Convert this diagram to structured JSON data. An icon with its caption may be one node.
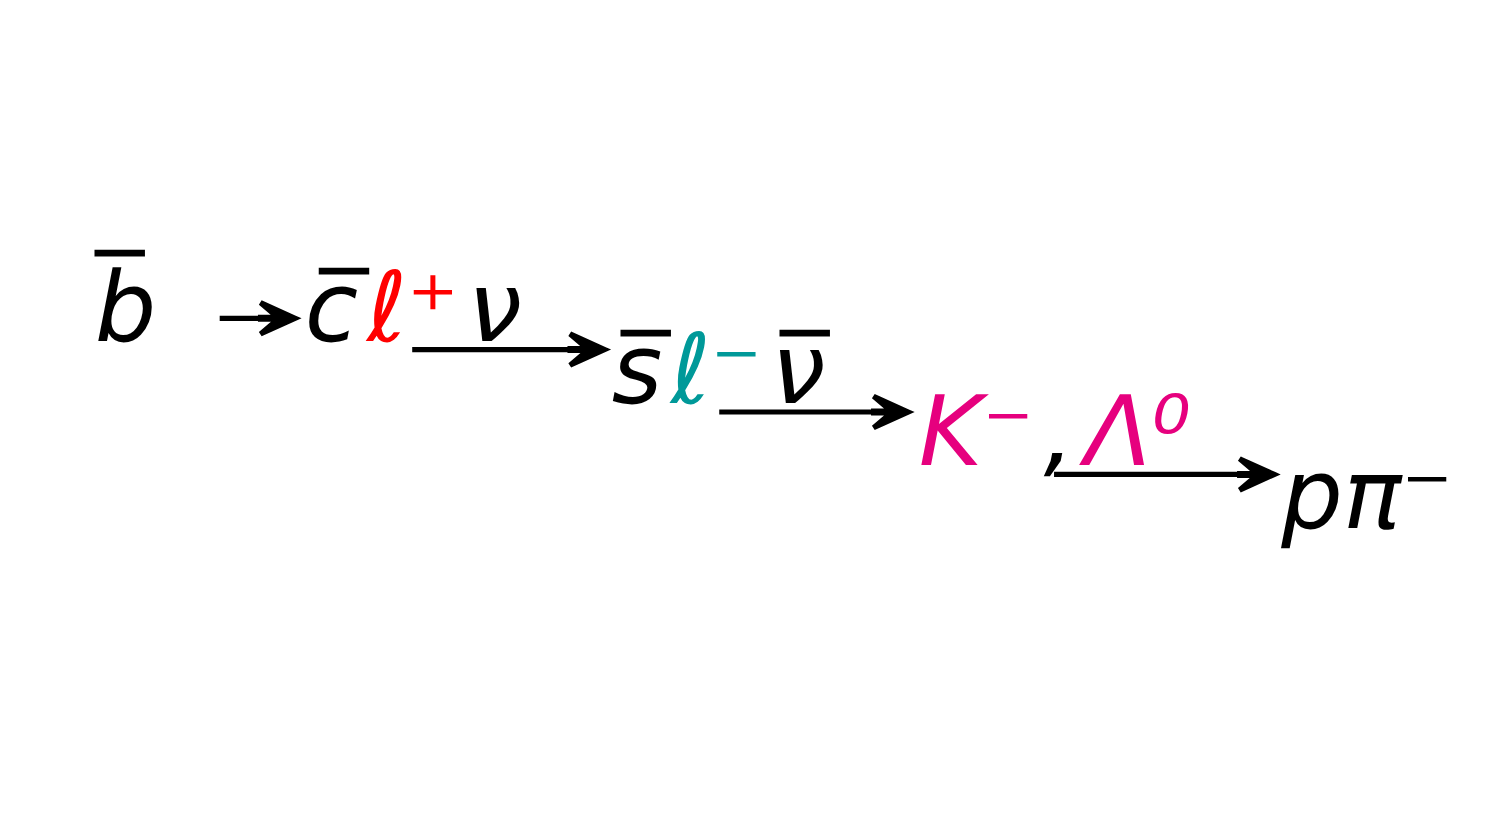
{
  "diagram": {
    "nodes": [
      {
        "text": [
          "b̅"
        ]
      },
      {
        "text": [
          "c̅",
          "ℓ⁺",
          "ν"
        ]
      },
      {
        "text": [
          "s̅",
          "ℓ⁻",
          "ν̅"
        ]
      },
      {
        "text": [
          "K⁻",
          ",",
          "Λ⁰"
        ]
      },
      {
        "text": [
          "pπ⁻"
        ]
      }
    ],
    "edges": [
      {
        "from": 0,
        "to": 1,
        "arrow": "to"
      },
      {
        "from": 1,
        "to": 2,
        "arrow": "to"
      },
      {
        "from": 2,
        "to": 3,
        "arrow": "to"
      },
      {
        "from": 3,
        "to": 4,
        "arrow": "to"
      }
    ]
  }
}
